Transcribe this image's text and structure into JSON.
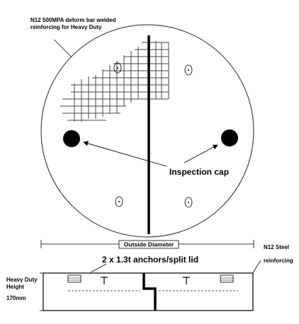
{
  "labels": {
    "reinforcing_line1": "N12 500MPA deform bar welded",
    "reinforcing_line2": "reinforcing for Heavy Duty",
    "inspection_cap": "Inspection cap",
    "outside_diameter": "Outside Diameter",
    "anchors": "2 x 1.3t anchors/split lid",
    "steel_line1": "N12 Steel",
    "steel_line2": "reinforcing",
    "height_line1": "Heavy Duty",
    "height_line2": "Height",
    "height_value": "170mm"
  },
  "colors": {
    "line": "#000000",
    "light_line": "#555555",
    "background": "#ffffff"
  }
}
